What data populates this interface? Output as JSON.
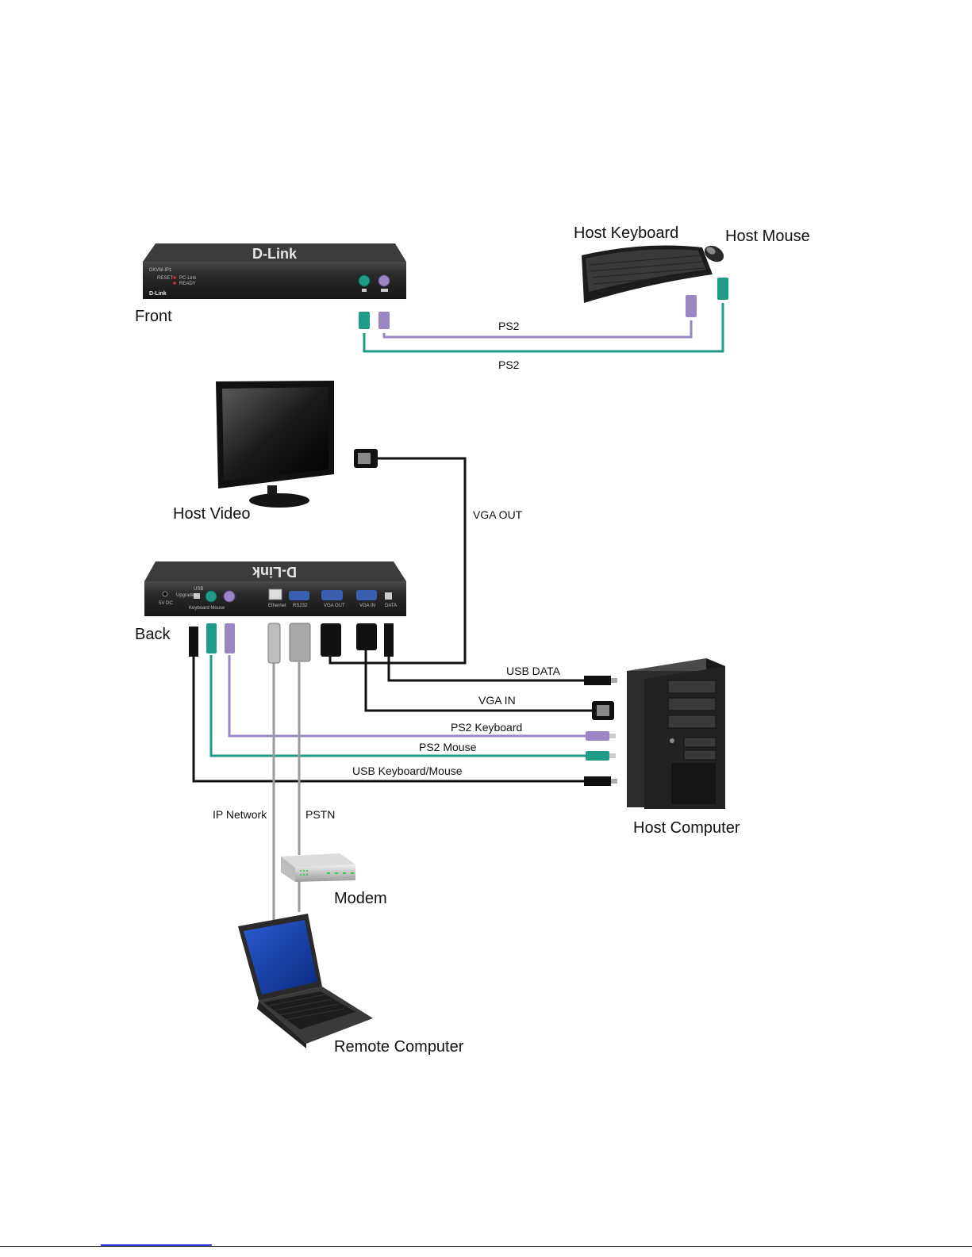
{
  "labels": {
    "front": "Front",
    "back": "Back",
    "host_keyboard": "Host Keyboard",
    "host_mouse": "Host Mouse",
    "host_video": "Host Video",
    "host_computer": "Host Computer",
    "modem": "Modem",
    "remote_computer": "Remote Computer"
  },
  "device": {
    "brand": "D-Link",
    "front_model": "DKVM-IP1",
    "front_reset": "RESET",
    "front_pc_link": "PC-Link",
    "front_ready": "READY",
    "back_ports": {
      "power": "5V DC",
      "upgrade": "Upgrade",
      "usb": "USB",
      "keyboard_mouse": "Keyboard Mouse",
      "ethernet": "Ethernet",
      "rs232": "RS232",
      "vga_out": "VGA OUT",
      "vga_in": "VGA IN",
      "data": "DATA"
    }
  },
  "cables": {
    "ps2_mouse_front": "PS2",
    "ps2_keyboard_front": "PS2",
    "vga_out": "VGA OUT",
    "usb_data": "USB DATA",
    "vga_in": "VGA IN",
    "ps2_keyboard": "PS2 Keyboard",
    "ps2_mouse": "PS2  Mouse",
    "usb_keyboard_mouse": "USB Keyboard/Mouse",
    "ip_network": "IP Network",
    "pstn": "PSTN"
  },
  "colors": {
    "ps2_keyboard": "#9b86c4",
    "ps2_mouse": "#1f9b86",
    "black_cable": "#111111",
    "gray_cable": "#9a9a9a",
    "device_body": "#2b2b2b"
  }
}
